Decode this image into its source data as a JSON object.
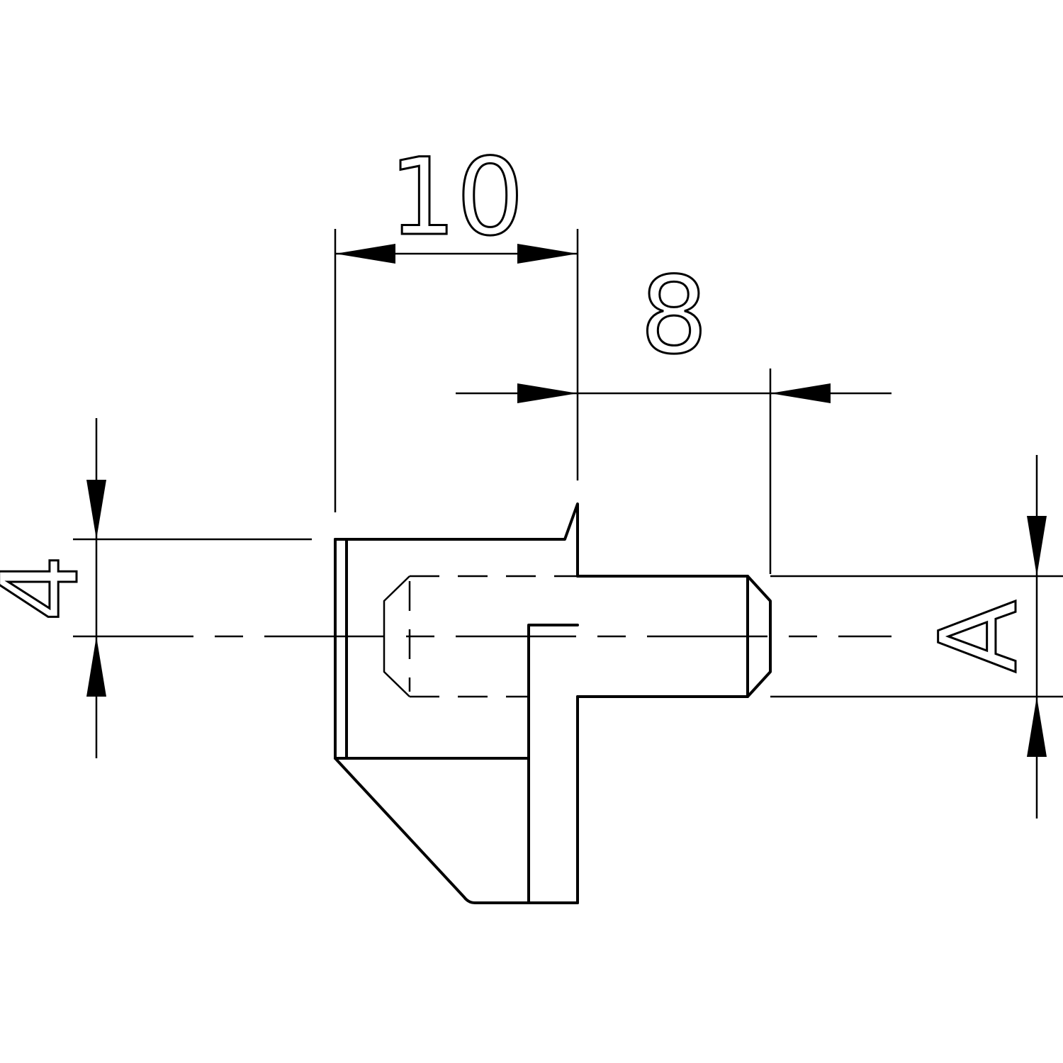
{
  "drawing": {
    "dimensions": {
      "top_width": "10",
      "pin_length": "8",
      "left_height": "4",
      "pin_diameter": "A"
    }
  }
}
